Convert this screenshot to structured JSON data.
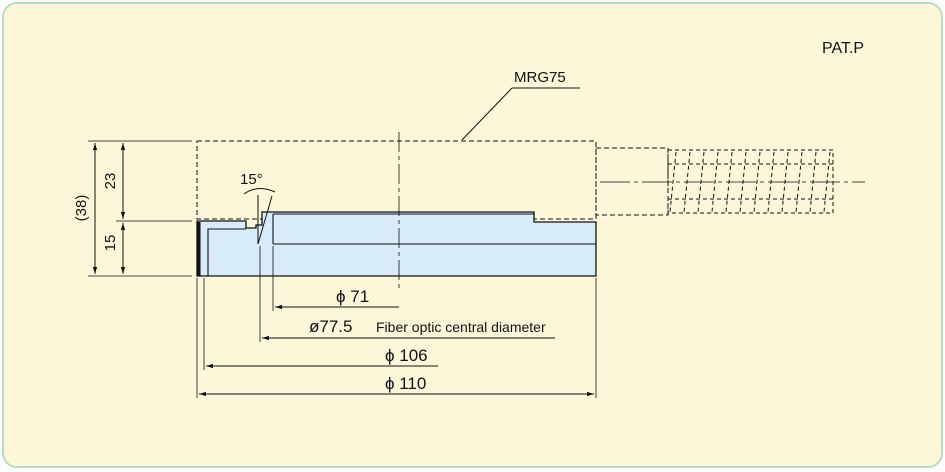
{
  "labels": {
    "pat": "PAT.P",
    "model": "MRG75",
    "angle": "15°",
    "total_height": "(38)",
    "upper_height": "23",
    "lower_height": "15",
    "dia_71": "ϕ 71",
    "dia_77": "ø77.5",
    "fiber_note": "Fiber optic central diameter",
    "dia_106": "ϕ 106",
    "dia_110": "ϕ 110"
  },
  "colors": {
    "background_panel": "#fcf7d8",
    "panel_border": "#b9dcc0",
    "part_fill": "#d8ebf8",
    "line": "#111111"
  }
}
